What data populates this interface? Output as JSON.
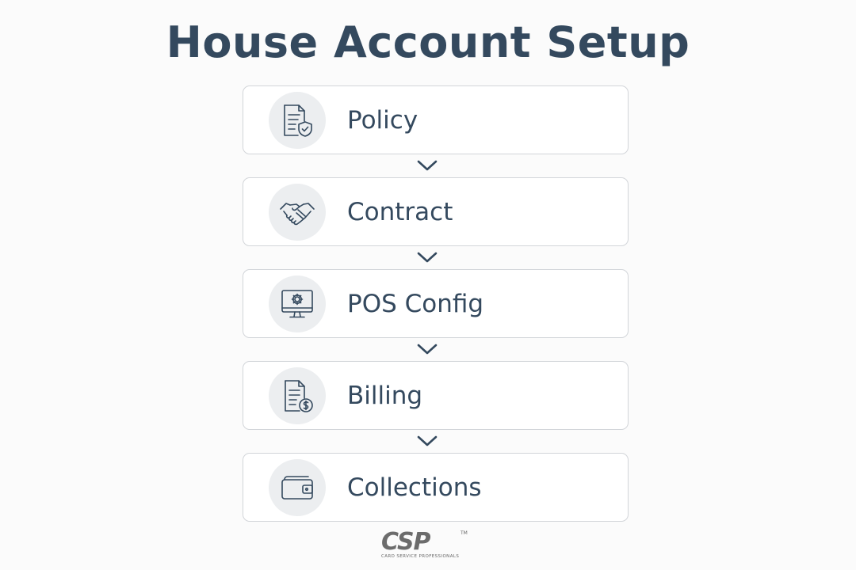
{
  "title": "House Account Setup",
  "steps": [
    {
      "label": "Policy",
      "icon": "document-shield-icon"
    },
    {
      "label": "Contract",
      "icon": "handshake-icon"
    },
    {
      "label": "POS Config",
      "icon": "monitor-gear-icon"
    },
    {
      "label": "Billing",
      "icon": "document-dollar-icon"
    },
    {
      "label": "Collections",
      "icon": "wallet-icon"
    }
  ],
  "logo": {
    "text": "CSP",
    "trademark": "TM",
    "tagline": "CARD SERVICE PROFESSIONALS"
  },
  "colors": {
    "text": "#34495e",
    "card_border": "#d2d5d9",
    "icon_bg": "#eceef0",
    "background": "#fbfbfb"
  }
}
